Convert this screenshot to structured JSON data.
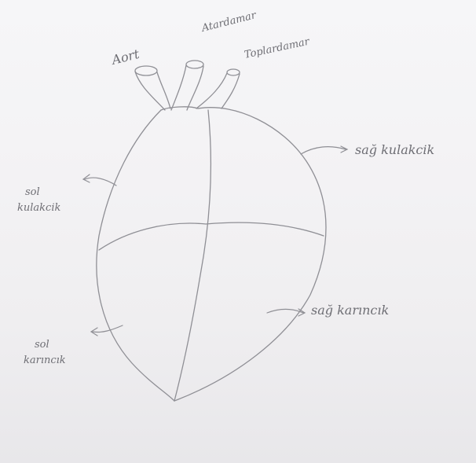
{
  "labels": {
    "aort": "Aort",
    "atardamar": "Atardamar",
    "toplardamar": "Toplardamar",
    "sag_kulakcik": "sağ kulakcik",
    "sol_line1": "sol",
    "sol_kulakcik_line2": "kulakcik",
    "sag_karincik": "sağ karıncık",
    "sol2_line1": "sol",
    "sol_karincik_line2": "karıncık"
  },
  "colors": {
    "pencil": "#8f8f95",
    "paper": "#f4f3f5"
  }
}
